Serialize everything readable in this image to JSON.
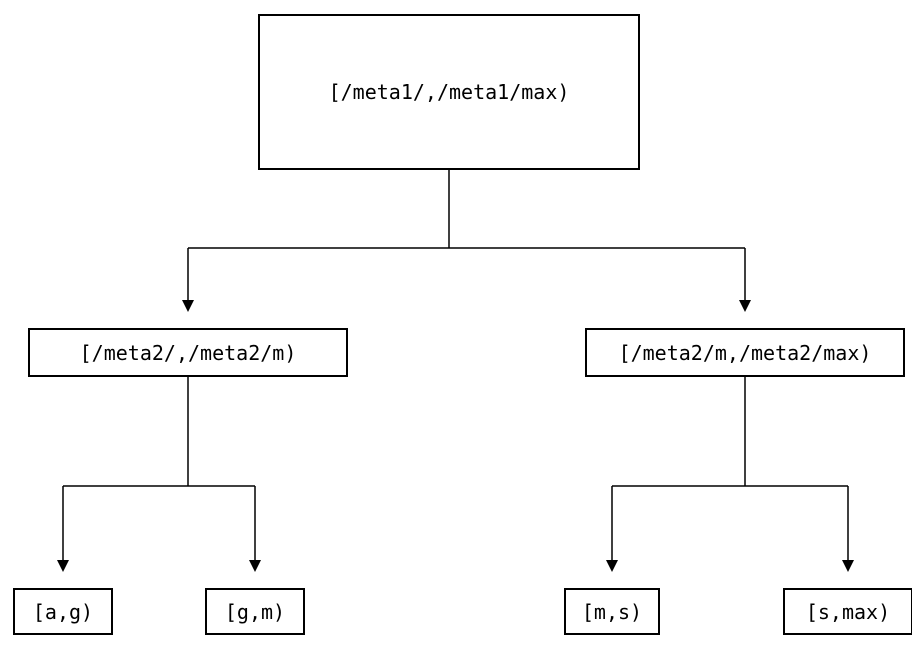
{
  "diagram": {
    "type": "tree",
    "description": "binary partition tree of key ranges",
    "colors": {
      "border": "#000000",
      "background": "#ffffff",
      "text": "#000000",
      "line": "#000000"
    },
    "nodes": {
      "root": {
        "label": "[/meta1/,/meta1/max)"
      },
      "left": {
        "label": "[/meta2/,/meta2/m)"
      },
      "right": {
        "label": "[/meta2/m,/meta2/max)"
      },
      "leaf_ag": {
        "label": "[a,g)"
      },
      "leaf_gm": {
        "label": "[g,m)"
      },
      "leaf_ms": {
        "label": "[m,s)"
      },
      "leaf_smax": {
        "label": "[s,max)"
      }
    }
  }
}
